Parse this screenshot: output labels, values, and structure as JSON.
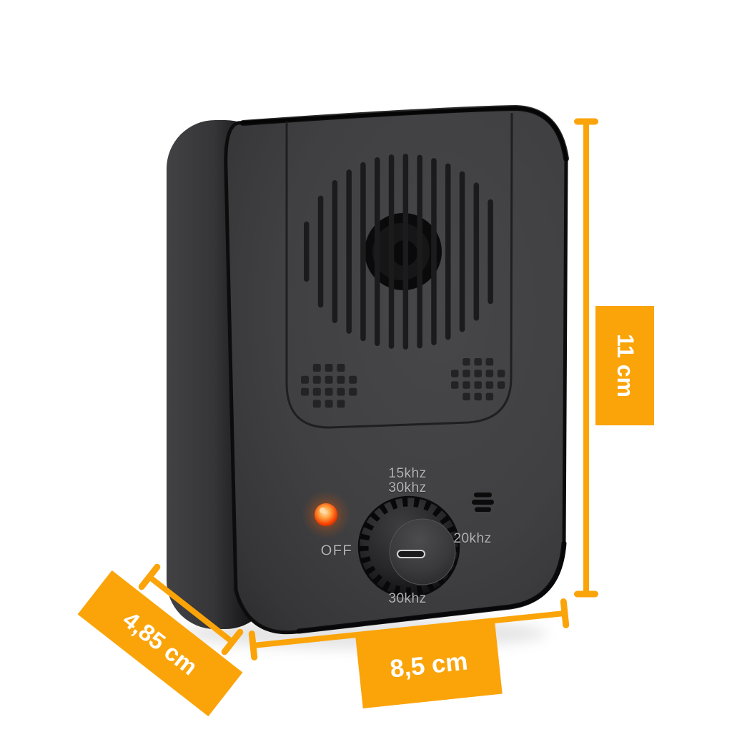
{
  "device": {
    "knob_labels": {
      "top1": "15khz",
      "top2": "30khz",
      "right": "20khz",
      "bottom": "30khz",
      "off": "OFF"
    }
  },
  "dimensions": {
    "height_label": "11 cm",
    "width_label": "8,5 cm",
    "depth_label": "4,85 cm"
  },
  "colors": {
    "accent_orange": "#FAA40A",
    "dimension_text": "#FFFFFF",
    "device_text": "#B2B2B4",
    "led_red": "#F53D00",
    "background": "#FFFFFF"
  }
}
